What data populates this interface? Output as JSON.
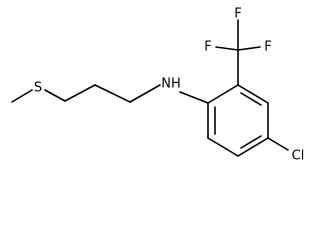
{
  "molecule": {
    "atoms": [
      {
        "id": "F1",
        "label": "F",
        "name": "fluorine-atom-top"
      },
      {
        "id": "F2",
        "label": "F",
        "name": "fluorine-atom-left"
      },
      {
        "id": "F3",
        "label": "F",
        "name": "fluorine-atom-right"
      },
      {
        "id": "S",
        "label": "S",
        "name": "sulfur-atom"
      },
      {
        "id": "N",
        "label": "NH",
        "name": "amine-nh-group"
      },
      {
        "id": "Cl",
        "label": "Cl",
        "name": "chlorine-atom"
      }
    ],
    "colors": {
      "bond": "#000000",
      "label": "#000000",
      "background": "#ffffff"
    }
  }
}
